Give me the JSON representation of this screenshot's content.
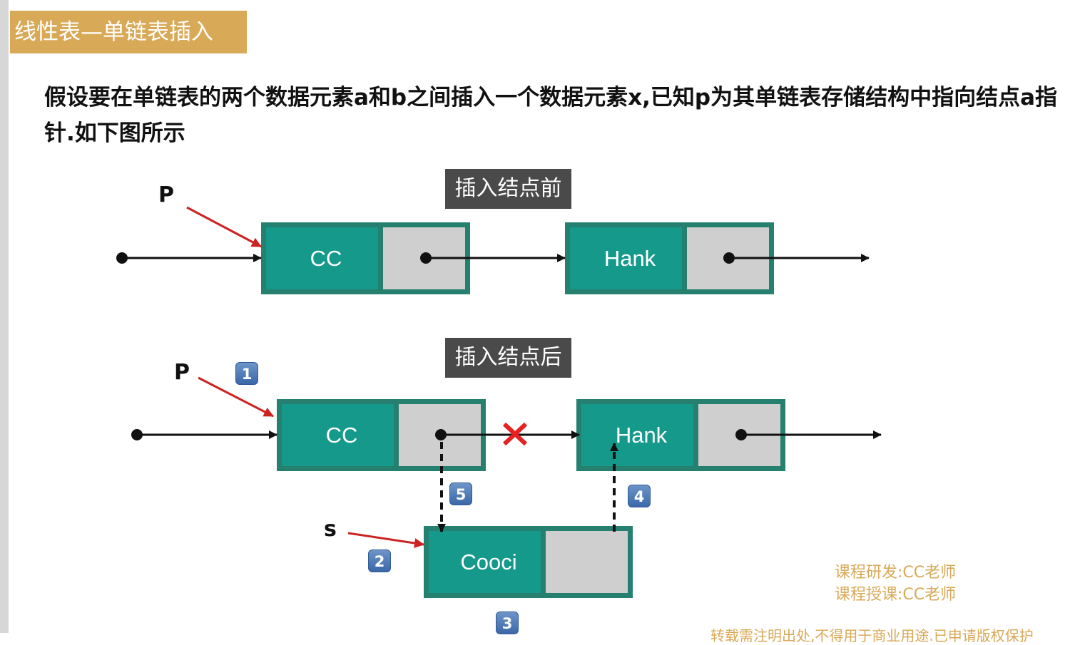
{
  "header": {
    "title": "线性表—单链表插入"
  },
  "description": "假设要在单链表的两个数据元素a和b之间插入一个数据元素x,已知p为其单链表存储结构中指向结点a指针.如下图所示",
  "before": {
    "label": "插入结点前",
    "pointer": "P",
    "nodes": [
      "CC",
      "Hank"
    ]
  },
  "after": {
    "label": "插入结点后",
    "pointer_p": "P",
    "pointer_s": "s",
    "nodes": [
      "CC",
      "Hank",
      "Cooci"
    ],
    "steps": [
      "1",
      "2",
      "3",
      "4",
      "5"
    ]
  },
  "credits": {
    "line1": "课程研发:CC老师",
    "line2": "课程授课:CC老师"
  },
  "footer": "转载需注明出处,不得用于商业用途.已申请版权保护"
}
